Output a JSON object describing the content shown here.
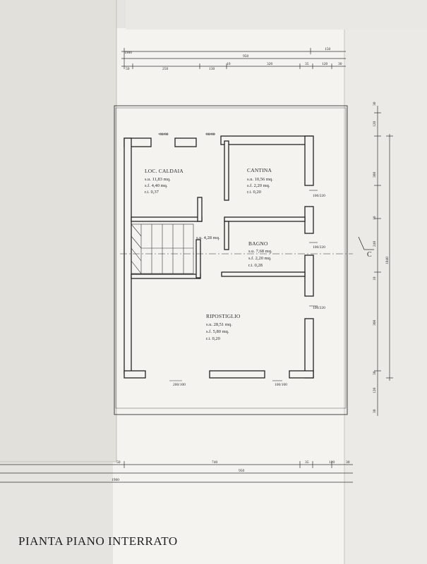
{
  "title": "PIANTA PIANO INTERRATO",
  "section_marker": "C",
  "dimensions": {
    "top_row1": [
      "1900",
      "150"
    ],
    "top_row2": [
      "950"
    ],
    "top_row3": [
      "50",
      "250",
      "130",
      "10",
      "320",
      "35",
      "120",
      "30"
    ],
    "bottom_row1": [
      "50",
      "740",
      "35",
      "120",
      "30"
    ],
    "bottom_row2": [
      "950"
    ],
    "bottom_row3": [
      "1900"
    ],
    "right_col1": [
      "30",
      "120",
      "300",
      "10",
      "240",
      "10",
      "360",
      "30",
      "120",
      "30"
    ],
    "right_col2": [
      "1040"
    ],
    "openings": [
      "80/80",
      "80/80",
      "100/220",
      "100/220",
      "100/220",
      "200/100",
      "100/100"
    ]
  },
  "rooms": [
    {
      "name": "LOC. CALDAIA",
      "su": "s.u. 11,83 mq.",
      "sf": "s.f. 4,40 mq.",
      "ri": "r.i. 0,37"
    },
    {
      "name": "CANTINA",
      "su": "s.u. 10,56 mq.",
      "sf": "s.f. 2,20 mq.",
      "ri": "r.i. 0,20"
    },
    {
      "name": "",
      "su": "s.u. 4,28 mq.",
      "sf": "",
      "ri": ""
    },
    {
      "name": "BAGNO",
      "su": "s.u. 7,68 mq.",
      "sf": "s.f. 2,20 mq.",
      "ri": "r.i. 0,28"
    },
    {
      "name": "RIPOSTIGLIO",
      "su": "s.u. 28,51 mq.",
      "sf": "s.f. 5,80 mq.",
      "ri": "r.i. 0,20"
    }
  ]
}
